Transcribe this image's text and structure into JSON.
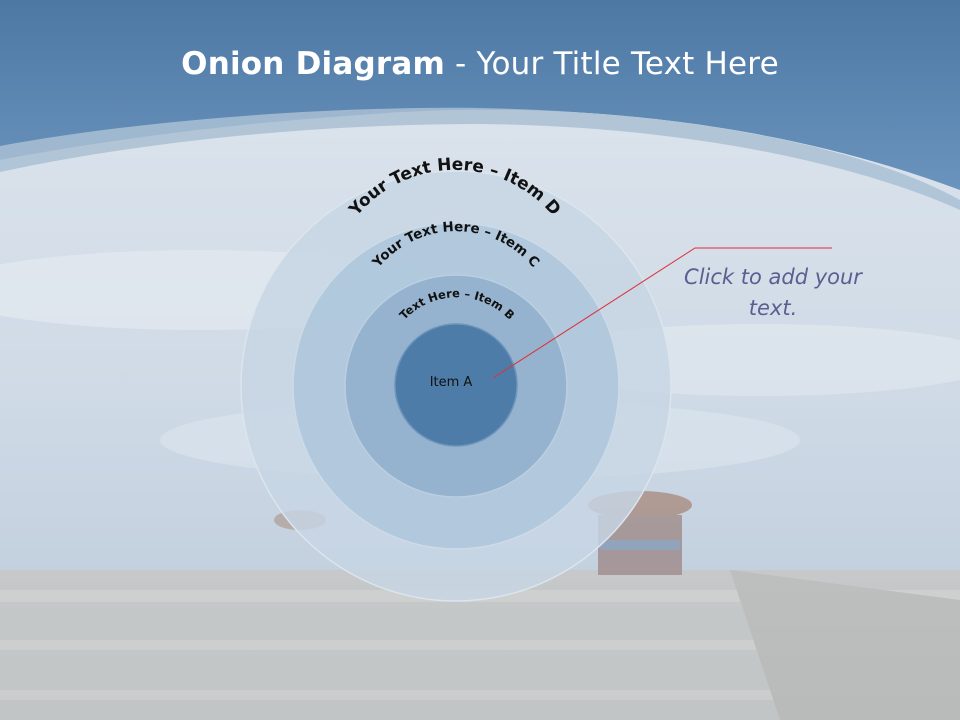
{
  "slide": {
    "title_bold": "Onion Diagram",
    "title_rest": " - Your Title Text Here"
  },
  "diagram": {
    "layers": [
      {
        "id": "item-d",
        "label": "Your Text Here – Item D"
      },
      {
        "id": "item-c",
        "label": "Your Text Here – Item C"
      },
      {
        "id": "item-b",
        "label": "Text Here – Item B"
      },
      {
        "id": "item-a",
        "label": "Item A"
      }
    ],
    "colors": {
      "ring_d": "#c7d6e4",
      "ring_c": "#aec6dc",
      "ring_b": "#93b2cc",
      "core_a": "#4e7ca8",
      "callout_line": "#e0303a",
      "header_band": "#5d88b3"
    }
  },
  "callout": {
    "text": "Click  to add your text."
  }
}
